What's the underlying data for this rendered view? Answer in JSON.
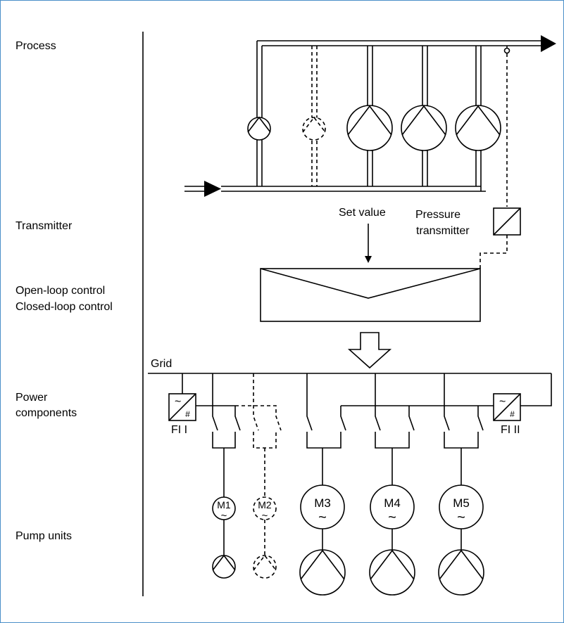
{
  "sections": {
    "process": "Process",
    "transmitter": "Transmitter",
    "control_line1": "Open-loop control",
    "control_line2": "Closed-loop control",
    "power_line1": "Power",
    "power_line2": "components",
    "pump_units": "Pump units"
  },
  "labels": {
    "set_value": "Set value",
    "pressure_line1": "Pressure",
    "pressure_line2": "transmitter",
    "grid": "Grid",
    "fi1": "FI I",
    "fi2": "FI II",
    "motors": [
      "M1",
      "M2",
      "M3",
      "M4",
      "M5"
    ],
    "tilde": "~"
  }
}
